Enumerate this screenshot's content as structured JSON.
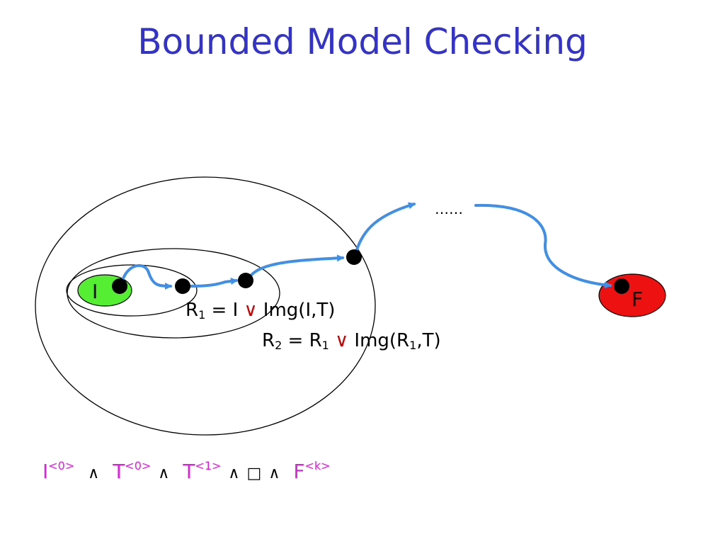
{
  "title": "Bounded Model Checking",
  "nodes": {
    "initial_label": "I",
    "final_label": "F",
    "ellipsis": "……",
    "initial_color": "#55ee33",
    "final_color": "#ee1111"
  },
  "arrow_color": "#3f8fe8",
  "r1_equation": {
    "lhs": "R",
    "lhs_sub": "1",
    "rest_a": " = I ",
    "op": "∨",
    "rest_b": " Img(I,T)"
  },
  "r2_equation": {
    "lhs": "R",
    "lhs_sub": "2",
    "mid_a": " = R",
    "mid_sub": "1",
    "op": " ∨",
    "rest_a": " Img(R",
    "rest_sub": "1",
    "rest_b": ",T)"
  },
  "formula": {
    "t1": "I",
    "t1_sup": "<0>",
    "and1": "∧",
    "t2": "T",
    "t2_sup": "<0>",
    "and2": "∧",
    "t3": "T",
    "t3_sup": "<1>",
    "and3": "∧",
    "box": "□",
    "and4": "∧",
    "t4": "F",
    "t4_sup": "<k>"
  }
}
